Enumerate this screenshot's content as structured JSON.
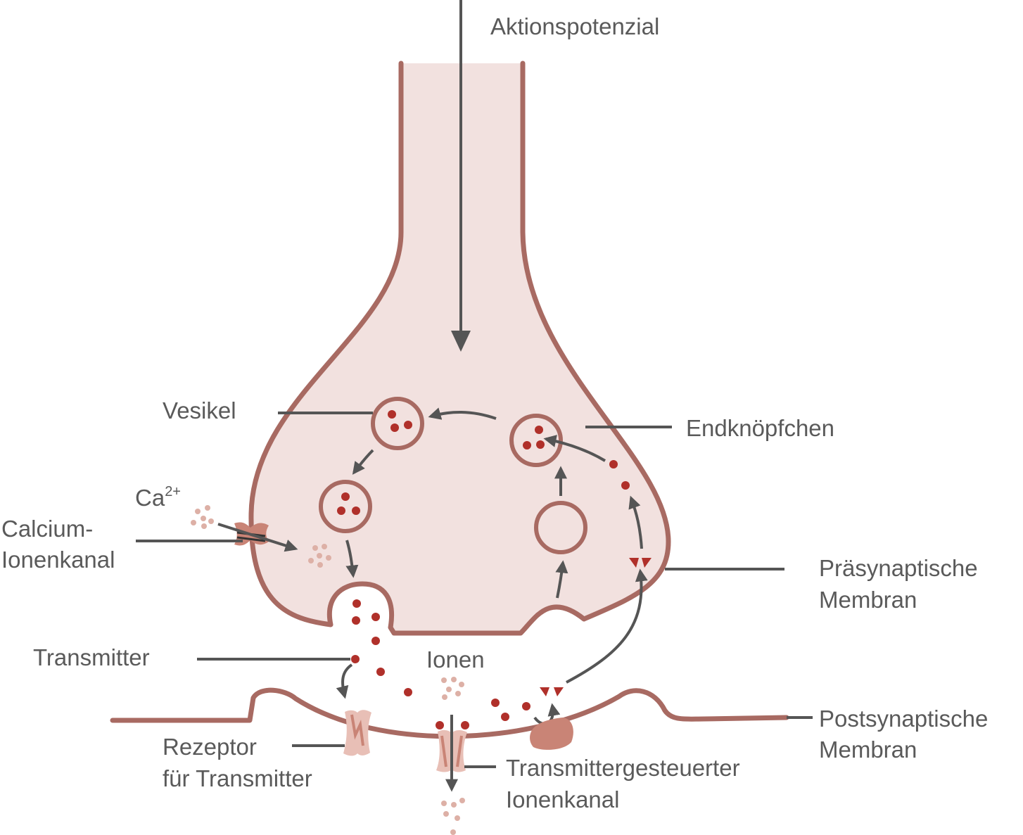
{
  "labels": {
    "aktionspotenzial": "Aktionspotenzial",
    "vesikel": "Vesikel",
    "endknoepfchen": "Endknöpfchen",
    "ca_base": "Ca",
    "ca_sup": "2+",
    "calcium_line1": "Calcium-",
    "calcium_line2": "Ionenkanal",
    "praesynaptische_line1": "Präsynaptische",
    "praesynaptische_line2": "Membran",
    "transmitter": "Transmitter",
    "ionen": "Ionen",
    "postsynaptische_line1": "Postsynaptische",
    "postsynaptische_line2": "Membran",
    "rezeptor_line1": "Rezeptor",
    "rezeptor_line2": "für Transmitter",
    "tgi_line1": "Transmittergesteuerter",
    "tgi_line2": "Ionenkanal"
  },
  "colors": {
    "membrane": "#a86a62",
    "cytoplasm": "#f2e1df",
    "transmitter": "#b0302a",
    "ion": "#ddb0a6",
    "arrow": "#555555",
    "channel": "#c98476",
    "receptor": "#e8bfb6",
    "text": "#5a5a5a"
  }
}
